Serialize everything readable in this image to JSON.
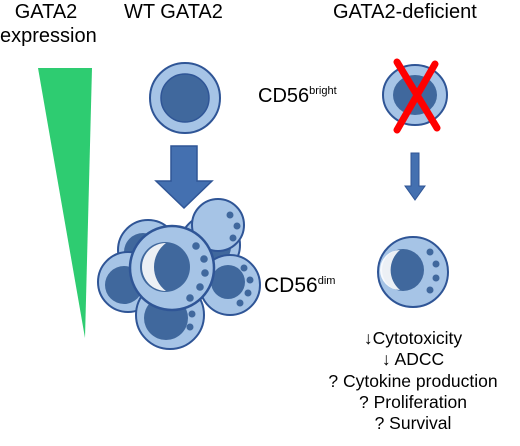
{
  "headers": {
    "gata2_expression_line1": "GATA2",
    "gata2_expression_line2": "expression",
    "wt": "WT GATA2",
    "deficient": "GATA2-deficient"
  },
  "cell_labels": {
    "bright_base": "CD56",
    "bright_sup": "bright",
    "dim_base": "CD56",
    "dim_sup": "dim"
  },
  "effects": [
    "↓Cytotoxicity",
    "↓ ADCC",
    "? Cytokine production",
    "? Proliferation",
    "? Survival"
  ],
  "colors": {
    "cell_outer": "#a6c4e6",
    "cell_outline": "#2f5596",
    "nucleus": "#40689d",
    "arrow": "#4470b0",
    "cross": "#ff0000",
    "gradient": "#2ecc71"
  }
}
